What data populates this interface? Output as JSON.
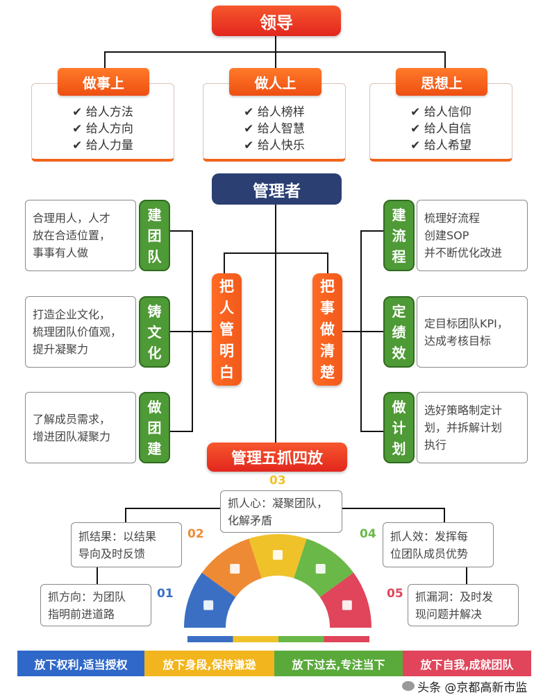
{
  "leader": "领导",
  "top": [
    {
      "title": "做事上",
      "items": [
        "✔ 给人方法",
        "✔ 给人方向",
        "✔ 给人力量"
      ]
    },
    {
      "title": "做人上",
      "items": [
        "✔ 给人榜样",
        "✔ 给人智慧",
        "✔ 给人快乐"
      ]
    },
    {
      "title": "思想上",
      "items": [
        "✔ 给人信仰",
        "✔ 给人自信",
        "✔ 给人希望"
      ]
    }
  ],
  "manager": "管理者",
  "people": {
    "title": [
      "把",
      "人",
      "管",
      "明",
      "白"
    ],
    "items": [
      {
        "tab": [
          "建",
          "团",
          "队"
        ],
        "lines": [
          "合理用人，人才",
          "放在合适位置，",
          "事事有人做"
        ]
      },
      {
        "tab": [
          "铸",
          "文",
          "化"
        ],
        "lines": [
          "打造企业文化，",
          "梳理团队价值观，",
          "提升凝聚力"
        ]
      },
      {
        "tab": [
          "做",
          "团",
          "建"
        ],
        "lines": [
          "了解成员需求，",
          "增进团队凝聚力"
        ]
      }
    ]
  },
  "things": {
    "title": [
      "把",
      "事",
      "做",
      "清",
      "楚"
    ],
    "items": [
      {
        "tab": [
          "建",
          "流",
          "程"
        ],
        "lines": [
          "梳理好流程",
          "创建SOP",
          "并不断优化改进"
        ]
      },
      {
        "tab": [
          "定",
          "绩",
          "效"
        ],
        "lines": [
          "定目标团队KPI，",
          "达成考核目标"
        ]
      },
      {
        "tab": [
          "做",
          "计",
          "划"
        ],
        "lines": [
          "选好策略制定计",
          "划，并拆解计划",
          "执行"
        ]
      }
    ]
  },
  "five": {
    "title": "管理五抓四放",
    "grabs": [
      {
        "num": "01",
        "lines": [
          "抓方向：为团队",
          "指明前进道路"
        ],
        "color": "#3a6fc4"
      },
      {
        "num": "02",
        "lines": [
          "抓结果：以结果",
          "导向及时反馈"
        ],
        "color": "#ef8a34"
      },
      {
        "num": "03",
        "lines": [
          "抓人心：凝聚团队，",
          "化解矛盾"
        ],
        "color": "#f0c22a"
      },
      {
        "num": "04",
        "lines": [
          "抓人效：发挥每",
          "位团队成员优势"
        ],
        "color": "#6ab848"
      },
      {
        "num": "05",
        "lines": [
          "抓漏洞：及时发",
          "现问题并解决"
        ],
        "color": "#e0455b"
      }
    ]
  },
  "release": [
    {
      "label": "放下权利,适当授权",
      "color": "#2f68c8"
    },
    {
      "label": "放下身段,保持谦逊",
      "color": "#f2b51d"
    },
    {
      "label": "放下过去,专注当下",
      "color": "#5aaa3b"
    },
    {
      "label": "放下自我,成就团队",
      "color": "#e0455b"
    }
  ],
  "watermark": "头条 @京都高新市监"
}
